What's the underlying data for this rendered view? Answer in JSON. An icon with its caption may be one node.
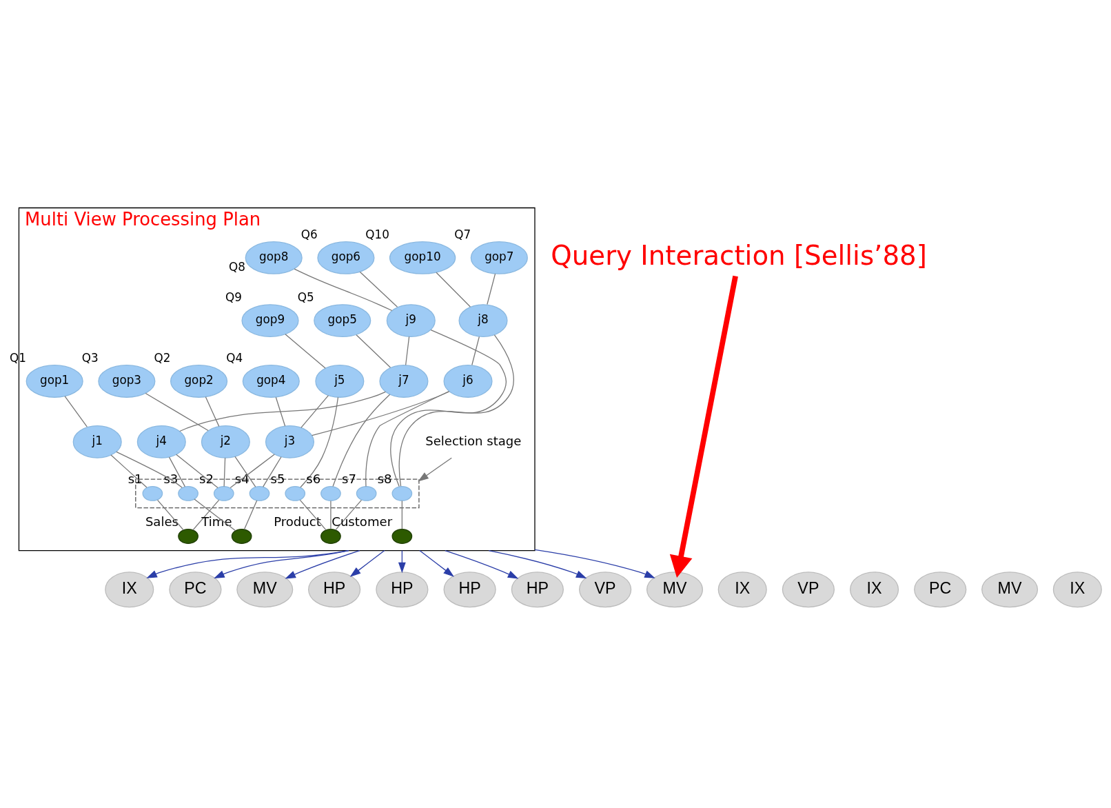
{
  "diagram": {
    "nodes": [
      {
        "text": [
          "Multi View Processing Plan"
        ]
      },
      {
        "text": [
          "gop7"
        ],
        "beside": [
          "Q7"
        ],
        "in": 0
      },
      {
        "text": [
          "gop10"
        ],
        "beside": [
          "Q10"
        ],
        "in": 0
      },
      {
        "text": [
          "gop6"
        ],
        "beside": [
          "Q6"
        ],
        "in": 0
      },
      {
        "text": [
          "gop8"
        ],
        "beside": [
          "Q8"
        ],
        "in": 0
      },
      {
        "text": [
          "gop9"
        ],
        "beside": [
          "Q9"
        ],
        "in": 0
      },
      {
        "text": [
          "gop5"
        ],
        "beside": [
          "Q5"
        ],
        "in": 0
      },
      {
        "text": [
          "gop1"
        ],
        "beside": [
          "Q1"
        ],
        "in": 0
      },
      {
        "text": [
          "gop2"
        ],
        "beside": [
          "Q2"
        ],
        "in": 0
      },
      {
        "text": [
          "gop3"
        ],
        "beside": [
          "Q3"
        ],
        "in": 0
      },
      {
        "text": [
          "gop4"
        ],
        "beside": [
          "Q4"
        ],
        "in": 0
      },
      {
        "text": [
          "j8"
        ],
        "in": 0
      },
      {
        "text": [
          "j9"
        ],
        "in": 0
      },
      {
        "text": [
          "j5"
        ],
        "in": 0
      },
      {
        "text": [
          "j6"
        ],
        "in": 0
      },
      {
        "text": [
          "j7"
        ],
        "in": 0
      },
      {
        "text": [
          "j1"
        ],
        "in": 0
      },
      {
        "text": [
          "j2"
        ],
        "in": 0
      },
      {
        "text": [
          "j3"
        ],
        "in": 0
      },
      {
        "text": [
          "j4"
        ],
        "in": 0
      },
      {
        "text": [
          "Selection stage"
        ],
        "in": 0
      },
      {
        "text": [],
        "shape": "box",
        "in": 0
      },
      {
        "text": [],
        "shape": "circle",
        "beside": [
          "s1"
        ],
        "in": 21
      },
      {
        "text": [],
        "shape": "circle",
        "beside": [
          "s2"
        ],
        "in": 21
      },
      {
        "text": [],
        "shape": "circle",
        "beside": [
          "s3"
        ],
        "in": 21
      },
      {
        "text": [],
        "shape": "circle",
        "beside": [
          "s4"
        ],
        "in": 21
      },
      {
        "text": [],
        "shape": "circle",
        "beside": [
          "s5"
        ],
        "in": 21
      },
      {
        "text": [],
        "shape": "circle",
        "beside": [
          "s6"
        ],
        "in": 21
      },
      {
        "text": [],
        "shape": "circle",
        "beside": [
          "s7"
        ],
        "in": 21
      },
      {
        "text": [],
        "shape": "circle",
        "beside": [
          "s8"
        ],
        "in": 21
      },
      {
        "text": [],
        "shape": "circle",
        "beside": [
          "Sales"
        ],
        "in": 0
      },
      {
        "text": [],
        "shape": "circle",
        "beside": [
          "Time"
        ],
        "in": 0
      },
      {
        "text": [],
        "shape": "circle",
        "beside": [
          "Product"
        ],
        "in": 0
      },
      {
        "text": [],
        "shape": "circle",
        "beside": [
          "Customer"
        ],
        "in": 0
      },
      {
        "text": [
          "HP"
        ]
      },
      {
        "text": [
          "VP"
        ]
      },
      {
        "text": [
          "MV"
        ]
      },
      {
        "text": [
          "IX"
        ]
      },
      {
        "text": [
          "PC"
        ]
      },
      {
        "text": [
          "MV"
        ]
      },
      {
        "text": [
          "IX"
        ]
      },
      {
        "text": [
          "HP"
        ]
      },
      {
        "text": [
          "VP"
        ]
      },
      {
        "text": [
          "HP"
        ]
      },
      {
        "text": [
          "IX"
        ]
      },
      {
        "text": [
          "PC"
        ]
      },
      {
        "text": [
          "HP"
        ]
      },
      {
        "text": [
          "MV"
        ]
      },
      {
        "text": [
          "IX"
        ]
      },
      {
        "text": [
          "Query Interaction [Sellis’88]"
        ]
      }
    ],
    "edges": [
      {
        "from": 1,
        "to": 11,
        "arrow": "none"
      },
      {
        "from": 2,
        "to": 11,
        "arrow": "none"
      },
      {
        "from": 3,
        "to": 12,
        "arrow": "none"
      },
      {
        "from": 4,
        "to": 12,
        "arrow": "none"
      },
      {
        "from": 5,
        "to": 13,
        "arrow": "none"
      },
      {
        "from": 6,
        "to": 15,
        "arrow": "none"
      },
      {
        "from": 7,
        "to": 16,
        "arrow": "none"
      },
      {
        "from": 8,
        "to": 17,
        "arrow": "none"
      },
      {
        "from": 9,
        "to": 17,
        "arrow": "none"
      },
      {
        "from": 10,
        "to": 18,
        "arrow": "none"
      },
      {
        "from": 11,
        "to": 14,
        "arrow": "none"
      },
      {
        "from": 11,
        "to": 29,
        "arrow": "none"
      },
      {
        "from": 12,
        "to": 15,
        "arrow": "none"
      },
      {
        "from": 12,
        "to": 29,
        "arrow": "none"
      },
      {
        "from": 13,
        "to": 18,
        "arrow": "none"
      },
      {
        "from": 13,
        "to": 26,
        "arrow": "none"
      },
      {
        "from": 14,
        "to": 18,
        "arrow": "none"
      },
      {
        "from": 14,
        "to": 28,
        "arrow": "none"
      },
      {
        "from": 15,
        "to": 19,
        "arrow": "none"
      },
      {
        "from": 15,
        "to": 27,
        "arrow": "none"
      },
      {
        "from": 16,
        "to": 22,
        "arrow": "none"
      },
      {
        "from": 16,
        "to": 24,
        "arrow": "none"
      },
      {
        "from": 17,
        "to": 23,
        "arrow": "none"
      },
      {
        "from": 17,
        "to": 25,
        "arrow": "none"
      },
      {
        "from": 18,
        "to": 23,
        "arrow": "none"
      },
      {
        "from": 18,
        "to": 25,
        "arrow": "none"
      },
      {
        "from": 19,
        "to": 23,
        "arrow": "none"
      },
      {
        "from": 19,
        "to": 24,
        "arrow": "none"
      },
      {
        "from": 22,
        "to": 30,
        "arrow": "none"
      },
      {
        "from": 23,
        "to": 30,
        "arrow": "none"
      },
      {
        "from": 24,
        "to": 31,
        "arrow": "none"
      },
      {
        "from": 25,
        "to": 31,
        "arrow": "none"
      },
      {
        "from": 26,
        "to": 32,
        "arrow": "none"
      },
      {
        "from": 27,
        "to": 32,
        "arrow": "none"
      },
      {
        "from": 28,
        "to": 32,
        "arrow": "none"
      },
      {
        "from": 29,
        "to": 33,
        "arrow": "none"
      },
      {
        "from": 20,
        "to": 21,
        "arrow": "to"
      },
      {
        "from": 0,
        "to": 34,
        "arrow": "to",
        "color": "#2b3ea8"
      },
      {
        "from": 0,
        "to": 35,
        "arrow": "to",
        "color": "#2b3ea8"
      },
      {
        "from": 0,
        "to": 36,
        "arrow": "to",
        "color": "#2b3ea8"
      },
      {
        "from": 0,
        "to": 37,
        "arrow": "to",
        "color": "#2b3ea8"
      },
      {
        "from": 0,
        "to": 38,
        "arrow": "to",
        "color": "#2b3ea8"
      },
      {
        "from": 0,
        "to": 39,
        "arrow": "to",
        "color": "#2b3ea8"
      },
      {
        "from": 0,
        "to": 41,
        "arrow": "to",
        "color": "#2b3ea8"
      },
      {
        "from": 0,
        "to": 43,
        "arrow": "to",
        "color": "#2b3ea8"
      },
      {
        "from": 0,
        "to": 46,
        "arrow": "to",
        "color": "#2b3ea8"
      },
      {
        "from": 49,
        "to": 36,
        "arrow": "to",
        "style": "thick",
        "color": "#ff0000"
      }
    ]
  }
}
